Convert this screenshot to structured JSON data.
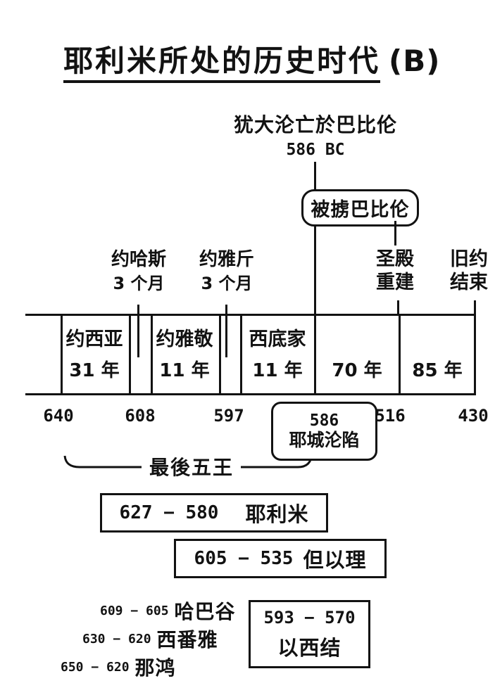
{
  "title": {
    "main": "耶利米所处的历史时代",
    "suffix": "(B)"
  },
  "top_event": {
    "name": "犹大沦亡於巴比伦",
    "year": "586 BC"
  },
  "captivity_badge": {
    "label": "被掳巴比伦"
  },
  "upper_labels": {
    "jehoahaz": {
      "name": "约哈斯",
      "duration": "3 个月"
    },
    "jehoiachin": {
      "name": "约雅斤",
      "duration": "3 个月"
    },
    "temple_rebuilt": {
      "line1": "圣殿",
      "line2": "重建"
    },
    "ot_end": {
      "line1": "旧约",
      "line2": "结束"
    }
  },
  "timeline": {
    "kings": [
      {
        "name": "约西亚",
        "years": "31 年"
      },
      {
        "name": "约雅敬",
        "years": "11 年"
      },
      {
        "name": "西底家",
        "years": "11 年"
      }
    ],
    "periods": [
      {
        "years": "70 年"
      },
      {
        "years": "85 年"
      }
    ],
    "dates": [
      "640",
      "608",
      "597",
      "516",
      "430"
    ],
    "fall_badge": {
      "year": "586",
      "label": "耶城沦陷"
    }
  },
  "brace": {
    "label": "最後五王"
  },
  "prophet_boxes": {
    "jeremiah": {
      "range": "627 − 580",
      "name": "耶利米"
    },
    "daniel": {
      "range": "605 − 535",
      "name": "但以理"
    },
    "ezekiel": {
      "range": "593 − 570",
      "name": "以西结"
    }
  },
  "minor_prophets": [
    {
      "range": "609 − 605",
      "name": "哈巴谷"
    },
    {
      "range": "630 − 620",
      "name": "西番雅"
    },
    {
      "range": "650 − 620",
      "name": "那鸿"
    }
  ],
  "colors": {
    "ink": "#121212",
    "paper": "#ffffff"
  }
}
